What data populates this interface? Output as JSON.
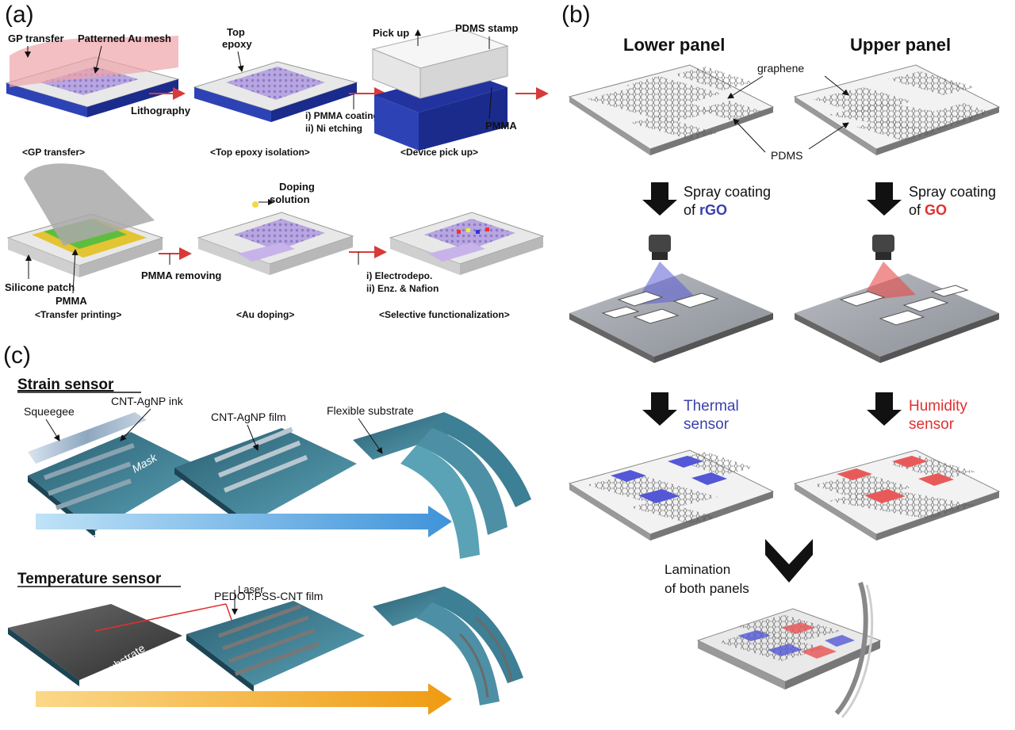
{
  "panel_a": {
    "letter": "(a)",
    "gp_transfer": "GP transfer",
    "patterned_au_mesh": "Patterned Au mesh",
    "lithography": "Lithography",
    "top_epoxy_1": "Top",
    "top_epoxy_2": "epoxy",
    "pmma_coating": "i) PMMA coating",
    "ni_etching": "ii) Ni etching",
    "pick_up": "Pick up",
    "pdms_stamp": "PDMS stamp",
    "pmma": "PMMA",
    "cap_gp_transfer": "<GP transfer>",
    "cap_top_epoxy": "<Top epoxy isolation>",
    "cap_pick_up": "<Device pick up>",
    "doping_1": "Doping",
    "doping_2": "solution",
    "silicone_patch": "Silicone patch",
    "pmma_2": "PMMA",
    "pmma_removing": "PMMA removing",
    "electrodepo": "i) Electrodepo.",
    "enz_nafion": "ii) Enz. & Nafion",
    "cap_transfer": "<Transfer printing>",
    "cap_au_doping": "<Au doping>",
    "cap_selective": "<Selective functionalization>"
  },
  "panel_b": {
    "letter": "(b)",
    "lower_panel": "Lower panel",
    "upper_panel": "Upper panel",
    "graphene": "graphene",
    "pdms": "PDMS",
    "spray_1": "Spray coating",
    "spray_lower_of": "of ",
    "spray_lower_mat": "rGO",
    "spray_upper_of": "of ",
    "spray_upper_mat": "GO",
    "thermal_1": "Thermal",
    "thermal_2": "sensor",
    "humidity_1": "Humidity",
    "humidity_2": "sensor",
    "lamination_1": "Lamination",
    "lamination_2": "of both panels"
  },
  "panel_c": {
    "letter": "(c)",
    "strain_title": "Strain sensor",
    "squeegee": "Squeegee",
    "cnt_agnp_ink": "CNT-AgNP ink",
    "cnt_agnp_film": "CNT-AgNP film",
    "flexible_substrate": "Flexible substrate",
    "mask": "Mask",
    "temp_title": "Temperature sensor",
    "pedot_film": "PEDOT:PSS-CNT film",
    "laser": "Laser"
  },
  "colors": {
    "blue_accent": "#3a3fb0",
    "red_accent": "#e03030",
    "arrow_red": "#d83a3a",
    "substrate_teal": "#3d7f94",
    "arrow_blue": "#5aa7e0",
    "arrow_orange": "#f0a020"
  }
}
